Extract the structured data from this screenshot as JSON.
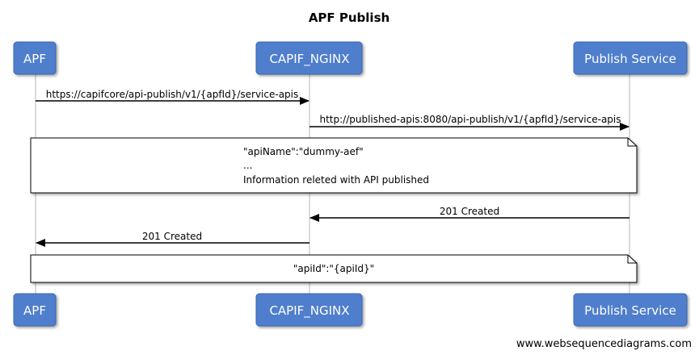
{
  "title": "APF Publish",
  "actors": [
    {
      "name": "APF"
    },
    {
      "name": "CAPIF_NGINX"
    },
    {
      "name": "Publish Service"
    }
  ],
  "messages": [
    {
      "label": "https://capifcore/api-publish/v1/{apfId}/service-apis",
      "from": "APF",
      "to": "CAPIF_NGINX"
    },
    {
      "label": "http://published-apis:8080/api-publish/v1/{apfId}/service-apis",
      "from": "CAPIF_NGINX",
      "to": "Publish Service"
    },
    {
      "label": "201 Created",
      "from": "Publish Service",
      "to": "CAPIF_NGINX"
    },
    {
      "label": "201 Created",
      "from": "CAPIF_NGINX",
      "to": "APF"
    }
  ],
  "notes": [
    {
      "lines": [
        "\"apiName\":\"dummy-aef\"",
        "...",
        "Information releted with API published"
      ]
    },
    {
      "lines": [
        "\"apiId\":\"{apiId}\""
      ]
    }
  ],
  "watermark": "www.websequencediagrams.com"
}
